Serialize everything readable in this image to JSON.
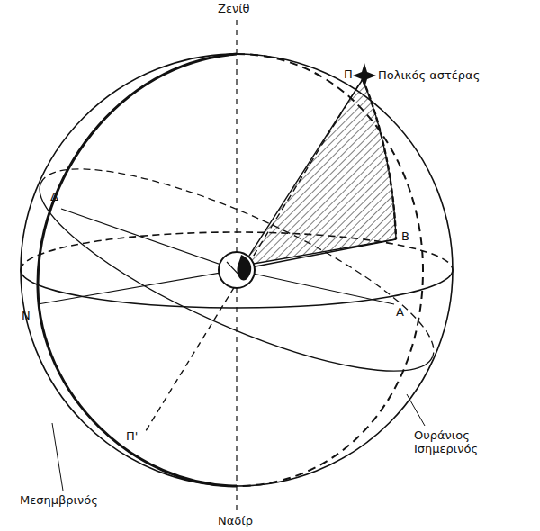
{
  "diagram": {
    "labels": [
      "Ζενίθ",
      "Π",
      "Πολικός αστέρας",
      "Δ",
      "Β",
      "Ν",
      "Α",
      "Π'",
      "Μεσημβρινός",
      "Ουράνιος Ισημερινός",
      "Ναδίρ"
    ]
  }
}
